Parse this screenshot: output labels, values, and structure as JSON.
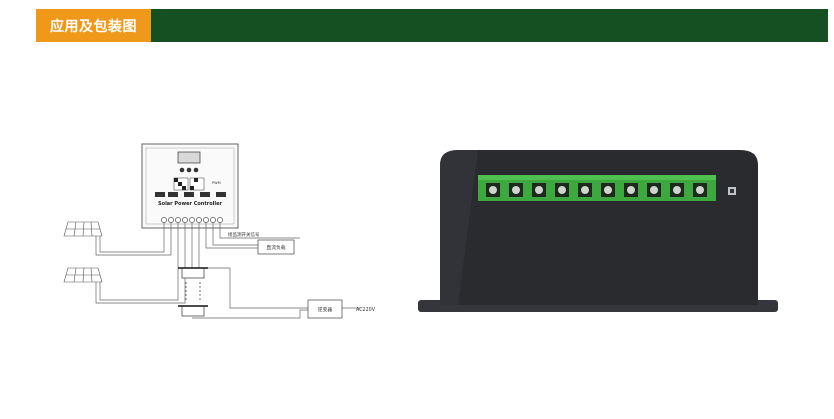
{
  "header": {
    "title": "应用及包装图"
  },
  "diagram": {
    "controller_label": "Solar Power Controller",
    "controller_model": "PWM",
    "signal_label": "接监测开关信号",
    "dc_load_label": "直流负载",
    "inverter_label": "逆变器",
    "ac_label": "AC220V"
  },
  "colors": {
    "header_bar": "#155022",
    "header_tab": "#f0981a",
    "device_body": "#2a2b2f",
    "terminal_green": "#3da83f"
  }
}
